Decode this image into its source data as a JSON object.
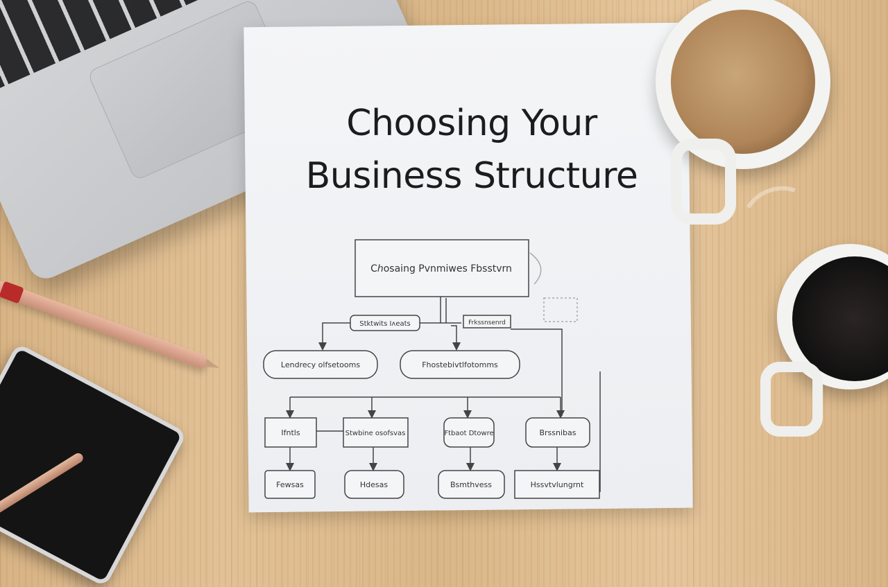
{
  "document": {
    "title_line1": "Choosing Your",
    "title_line2": "Business Structure"
  },
  "flowchart": {
    "top": "Cℎosaing Pvnmiwes Fbsstvrn",
    "level2": [
      "Stktwits Iᴧeats",
      "Frkssnsenrd"
    ],
    "level3": [
      "Lendrecy olfsetooms",
      "Fhostebivtlfotomms"
    ],
    "level4": [
      "Ifntls",
      "Stwbine osofsvas",
      "Ftbaot Dtowre",
      "Brssnibas"
    ],
    "level5": [
      "Fewsas",
      "Hdesas",
      "Bsmthvess",
      "Hssvtvlungrnt"
    ]
  }
}
